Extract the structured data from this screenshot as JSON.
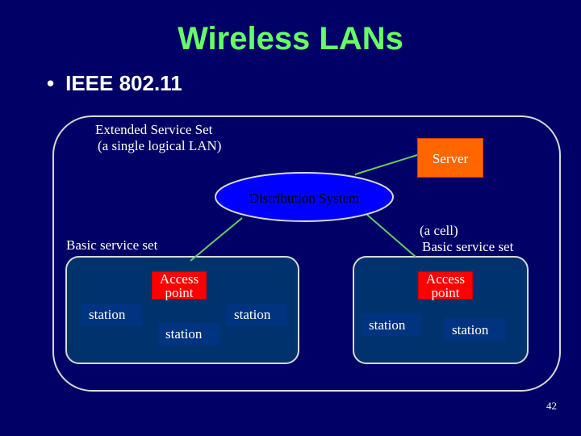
{
  "slide": {
    "title": "Wireless LANs",
    "bullet": "IEEE 802.11",
    "bullet_marker": "•",
    "page_number": "42"
  },
  "diagram": {
    "ess_label": "Extended Service Set",
    "ess_sub": "(a single logical LAN)",
    "server": "Server",
    "distribution_system": "Distribution System",
    "bss_left": "Basic service set",
    "bss_right_line1": "(a cell)",
    "bss_right_line2": "Basic service set",
    "access_point_left": [
      "Access",
      "point"
    ],
    "access_point_right": [
      "Access",
      "point"
    ],
    "stations": [
      "station",
      "station",
      "station",
      "station",
      "station"
    ]
  },
  "colors": {
    "background": "#000066",
    "title": "#66ff66",
    "bss_fill": "#00336e",
    "ds_fill": "#0000ff",
    "server_fill": "#ff6600",
    "access_point_fill": "#ff0000",
    "connector_lines": "#66cc66"
  }
}
